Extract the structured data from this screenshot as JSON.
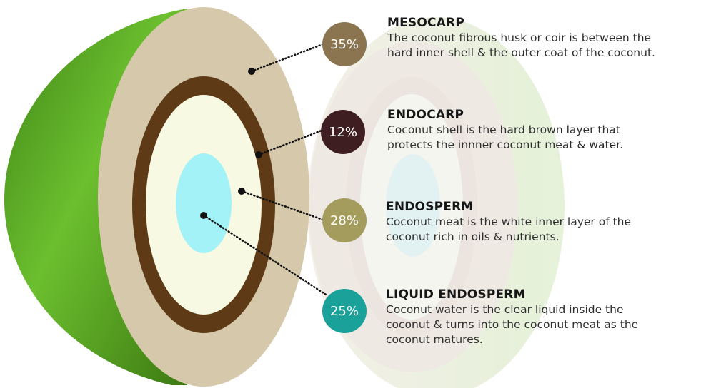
{
  "layers": [
    {
      "title": "MESOCARP",
      "percent": "35%",
      "desc_lines": [
        "The coconut fibrous husk or coir is between the",
        "hard inner shell & the outer coat of the coconut."
      ],
      "color": "#8a7550"
    },
    {
      "title": "ENDOCARP",
      "percent": "12%",
      "desc_lines": [
        "Coconut shell is the hard brown layer that",
        "protects the innner coconut meat & water."
      ],
      "color": "#3f1e22"
    },
    {
      "title": "ENDOSPERM",
      "percent": "28%",
      "desc_lines": [
        "Coconut meat is the white inner layer of the",
        "coconut rich in oils & nutrients."
      ],
      "color": "#a39c5c"
    },
    {
      "title": "LIQUID ENDOSPERM",
      "percent": "25%",
      "desc_lines": [
        "Coconut water is the clear liquid inside the",
        "coconut & turns into the coconut meat as the",
        "coconut matures."
      ],
      "color": "#1aa19a"
    }
  ],
  "colors": {
    "husk_outer_green": "#6cbf2f",
    "husk_outer_dark": "#3f8416",
    "mesocarp": "#d6c9ab",
    "endocarp": "#5e3b16",
    "endosperm": "#f8f9e3",
    "liquid_endosperm": "#a3f2f7"
  }
}
